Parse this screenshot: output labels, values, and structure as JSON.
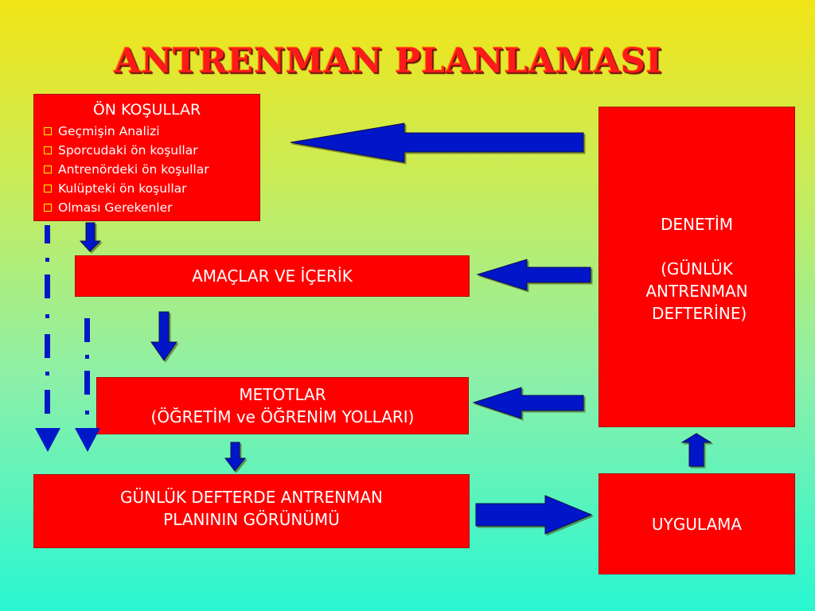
{
  "title": "ANTRENMAN PLANLAMASI",
  "on_kosullar": {
    "heading": "ÖN KOŞULLAR",
    "items": [
      "Geçmişin Analizi",
      "Sporcudaki ön koşullar",
      "Antrenördeki ön koşullar",
      "Kulüpteki ön koşullar",
      "Olması Gerekenler"
    ]
  },
  "amaclar": "AMAÇLAR VE İÇERİK",
  "metotlar": {
    "line1": "METOTLAR",
    "line2": "(ÖĞRETİM ve ÖĞRENİM YOLLARI)"
  },
  "gunluk": {
    "line1": "GÜNLÜK DEFTERDE ANTRENMAN",
    "line2": "PLANININ GÖRÜNÜMÜ"
  },
  "denetim": {
    "line1": "DENETİM",
    "line2": "(GÜNLÜK",
    "line3": "ANTRENMAN",
    "line4": " DEFTERİNE)"
  },
  "uygulama": "UYGULAMA",
  "colors": {
    "box": "#ff0000",
    "arrow": "#0018c8",
    "title": "#ff1a1a"
  }
}
